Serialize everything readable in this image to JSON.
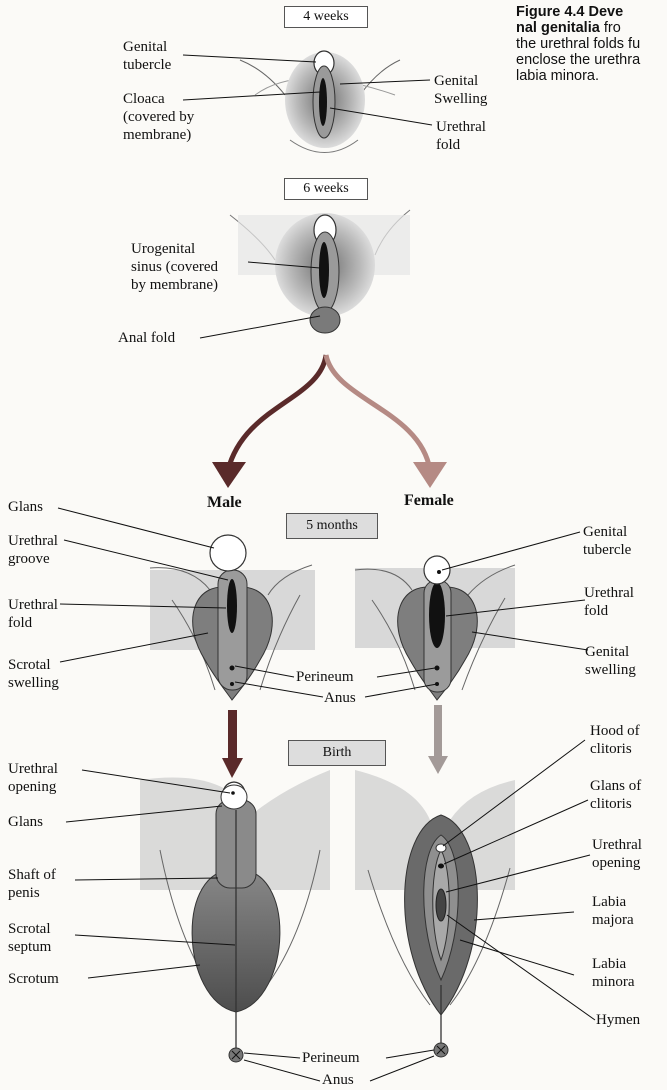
{
  "caption": {
    "line1_bold": "Figure 4.4 Deve",
    "line2_bold": "nal genitalia",
    "line2_rest": " fro",
    "line3": "the urethral folds fu",
    "line4": "enclose the urethra",
    "line5": "labia minora."
  },
  "stages": {
    "w4": "4 weeks",
    "w6": "6 weeks",
    "m5": "5 months",
    "birth": "Birth"
  },
  "sexes": {
    "male": "Male",
    "female": "Female"
  },
  "labels": {
    "w4_tubercle": "Genital\ntubercle",
    "w4_cloaca": "Cloaca\n(covered by\nmembrane)",
    "w4_swelling": "Genital\nSwelling",
    "w4_fold": "Urethral\nfold",
    "w6_sinus": "Urogenital\nsinus (covered\nby membrane)",
    "w6_anal": "Anal fold",
    "m_glans": "Glans",
    "m_groove": "Urethral\ngroove",
    "m_fold": "Urethral\nfold",
    "m_scrotal": "Scrotal\nswelling",
    "perineum": "Perineum",
    "anus": "Anus",
    "f_tubercle": "Genital\ntubercle",
    "f_fold": "Urethral\nfold",
    "f_swelling": "Genital\nswelling",
    "b_opening": "Urethral\nopening",
    "b_glans": "Glans",
    "b_shaft": "Shaft of\npenis",
    "b_septum": "Scrotal\nseptum",
    "b_scrotum": "Scrotum",
    "b_hood": "Hood of\nclitoris",
    "b_glans_clit": "Glans of\nclitoris",
    "b_f_opening": "Urethral\nopening",
    "b_majora": "Labia\nmajora",
    "b_minora": "Labia\nminora",
    "b_hymen": "Hymen",
    "b_perineum": "Perineum",
    "b_anus": "Anus"
  },
  "colors": {
    "male_arrow": "#5a2a2a",
    "female_arrow": "#b58a84",
    "tissue_light": "#c9c9c9",
    "tissue_mid": "#8a8a8a",
    "tissue_dark": "#5e5e5e"
  }
}
